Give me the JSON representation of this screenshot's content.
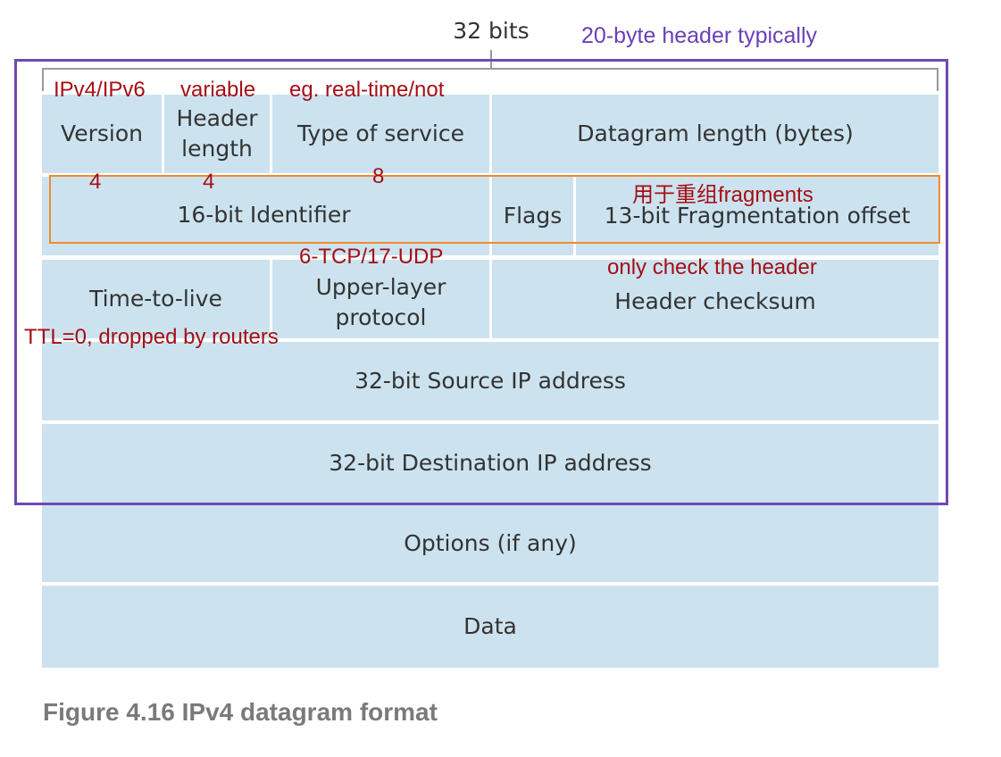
{
  "header": {
    "bits_label": "32 bits",
    "note": "20-byte header typically"
  },
  "fields": {
    "version": "Version",
    "header_length_line1": "Header",
    "header_length_line2": "length",
    "type_of_service": "Type of service",
    "datagram_length": "Datagram length (bytes)",
    "identifier": "16-bit Identifier",
    "flags": "Flags",
    "fragmentation_offset": "13-bit Fragmentation offset",
    "time_to_live": "Time-to-live",
    "upper_layer_line1": "Upper-layer",
    "upper_layer_line2": "protocol",
    "header_checksum": "Header checksum",
    "source_ip": "32-bit Source IP address",
    "destination_ip": "32-bit Destination IP address",
    "options": "Options (if any)",
    "data": "Data"
  },
  "annotations": {
    "version_note": "IPv4/IPv6",
    "header_length_note": "variable",
    "tos_note": "eg. real-time/not",
    "version_bits": "4",
    "header_length_bits": "4",
    "tos_bits": "8",
    "fragments_note": "用于重组fragments",
    "protocol_note": "6-TCP/17-UDP",
    "checksum_note": "only check the header",
    "ttl_note": "TTL=0,  dropped by routers"
  },
  "caption": "Figure 4.16 IPv4 datagram format",
  "colors": {
    "cell_fill": "#cce3ef",
    "annotation_red": "#a50f15",
    "annotation_purple": "#6a40b8",
    "highlight_purple": "#6e4ab0",
    "highlight_orange": "#f28a2b"
  }
}
